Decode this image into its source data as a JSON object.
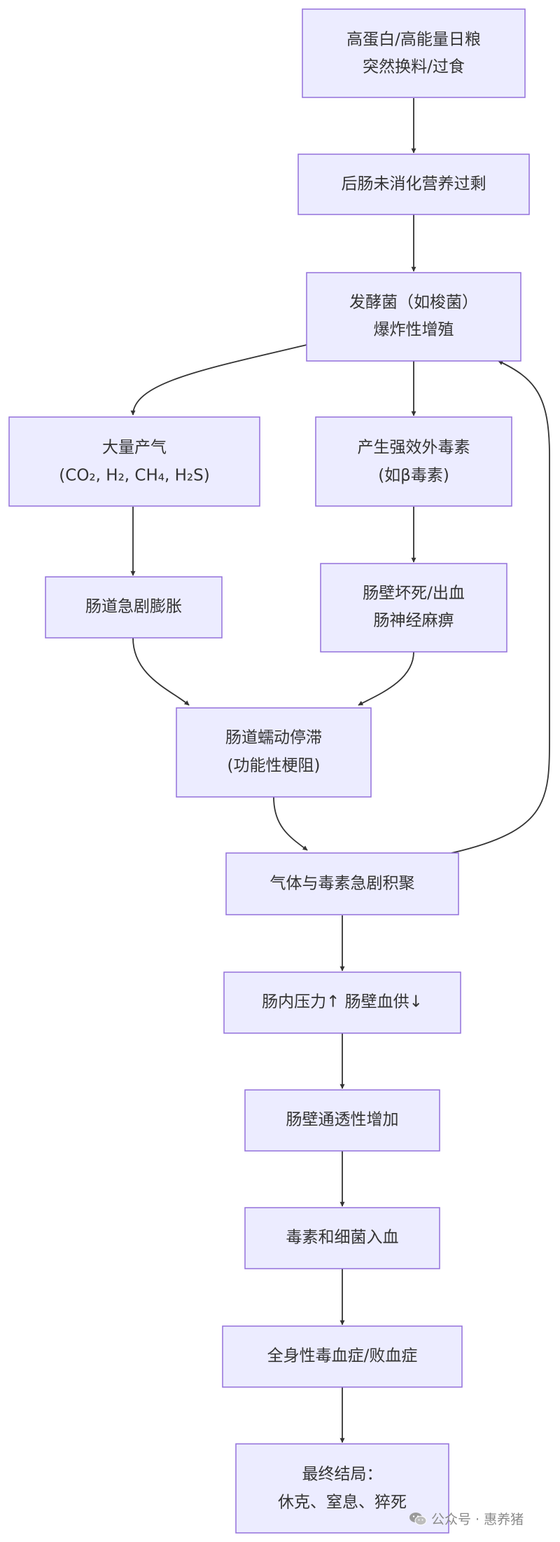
{
  "nodes": {
    "n1": {
      "lines": [
        "高蛋白/高能量日粮",
        "突然换料/过食"
      ]
    },
    "n2": {
      "lines": [
        "后肠未消化营养过剩"
      ]
    },
    "n3": {
      "lines": [
        "发酵菌（如梭菌）",
        "爆炸性增殖"
      ]
    },
    "n4": {
      "lines": [
        "大量产气",
        "(CO₂, H₂, CH₄, H₂S)"
      ]
    },
    "n5": {
      "lines": [
        "产生强效外毒素",
        "(如β毒素)"
      ]
    },
    "n6": {
      "lines": [
        "肠道急剧膨胀"
      ]
    },
    "n7": {
      "lines": [
        "肠壁坏死/出血",
        "肠神经麻痹"
      ]
    },
    "n8": {
      "lines": [
        "肠道蠕动停滞",
        "(功能性梗阻)"
      ]
    },
    "n9": {
      "lines": [
        "气体与毒素急剧积聚"
      ]
    },
    "n10": {
      "lines": [
        "肠内压力↑ 肠壁血供↓"
      ]
    },
    "n11": {
      "lines": [
        "肠壁通透性增加"
      ]
    },
    "n12": {
      "lines": [
        "毒素和细菌入血"
      ]
    },
    "n13": {
      "lines": [
        "全身性毒血症/败血症"
      ]
    },
    "n14": {
      "lines": [
        "最终结局：",
        "休克、窒息、猝死"
      ]
    }
  },
  "edges": [
    [
      "n1",
      "n2"
    ],
    [
      "n2",
      "n3"
    ],
    [
      "n3",
      "n4"
    ],
    [
      "n3",
      "n5"
    ],
    [
      "n4",
      "n6"
    ],
    [
      "n5",
      "n7"
    ],
    [
      "n6",
      "n8"
    ],
    [
      "n7",
      "n8"
    ],
    [
      "n8",
      "n9"
    ],
    [
      "n9",
      "n3"
    ],
    [
      "n9",
      "n10"
    ],
    [
      "n10",
      "n11"
    ],
    [
      "n11",
      "n12"
    ],
    [
      "n12",
      "n13"
    ],
    [
      "n13",
      "n14"
    ]
  ],
  "watermark": {
    "text": "公众号 · 惠养猪",
    "icon": "wechat-icon"
  },
  "colors": {
    "node_fill": "#ececff",
    "node_stroke": "#9370db",
    "edge": "#333333",
    "text": "#333333"
  }
}
